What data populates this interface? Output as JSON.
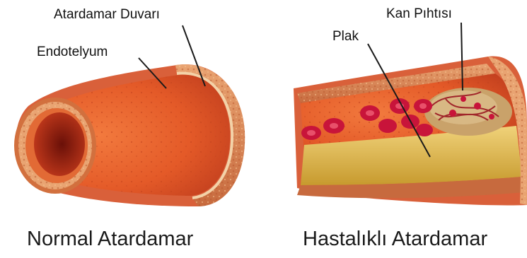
{
  "labels": {
    "artery_wall": "Atardamar Duvarı",
    "endothelium": "Endotelyum",
    "blood_clot": "Kan Pıhtısı",
    "plaque": "Plak"
  },
  "captions": {
    "normal": "Normal Atardamar",
    "diseased": "Hastalıklı Atardamar"
  },
  "colors": {
    "vessel_outer": "#d9603a",
    "vessel_lumen": "#e8622c",
    "lumen_dark": "#a42a1a",
    "wall_layer": "#e6b07a",
    "plaque": "#e8c55a",
    "blood_cell": "#c8143a",
    "clot": "#c9a26a"
  }
}
